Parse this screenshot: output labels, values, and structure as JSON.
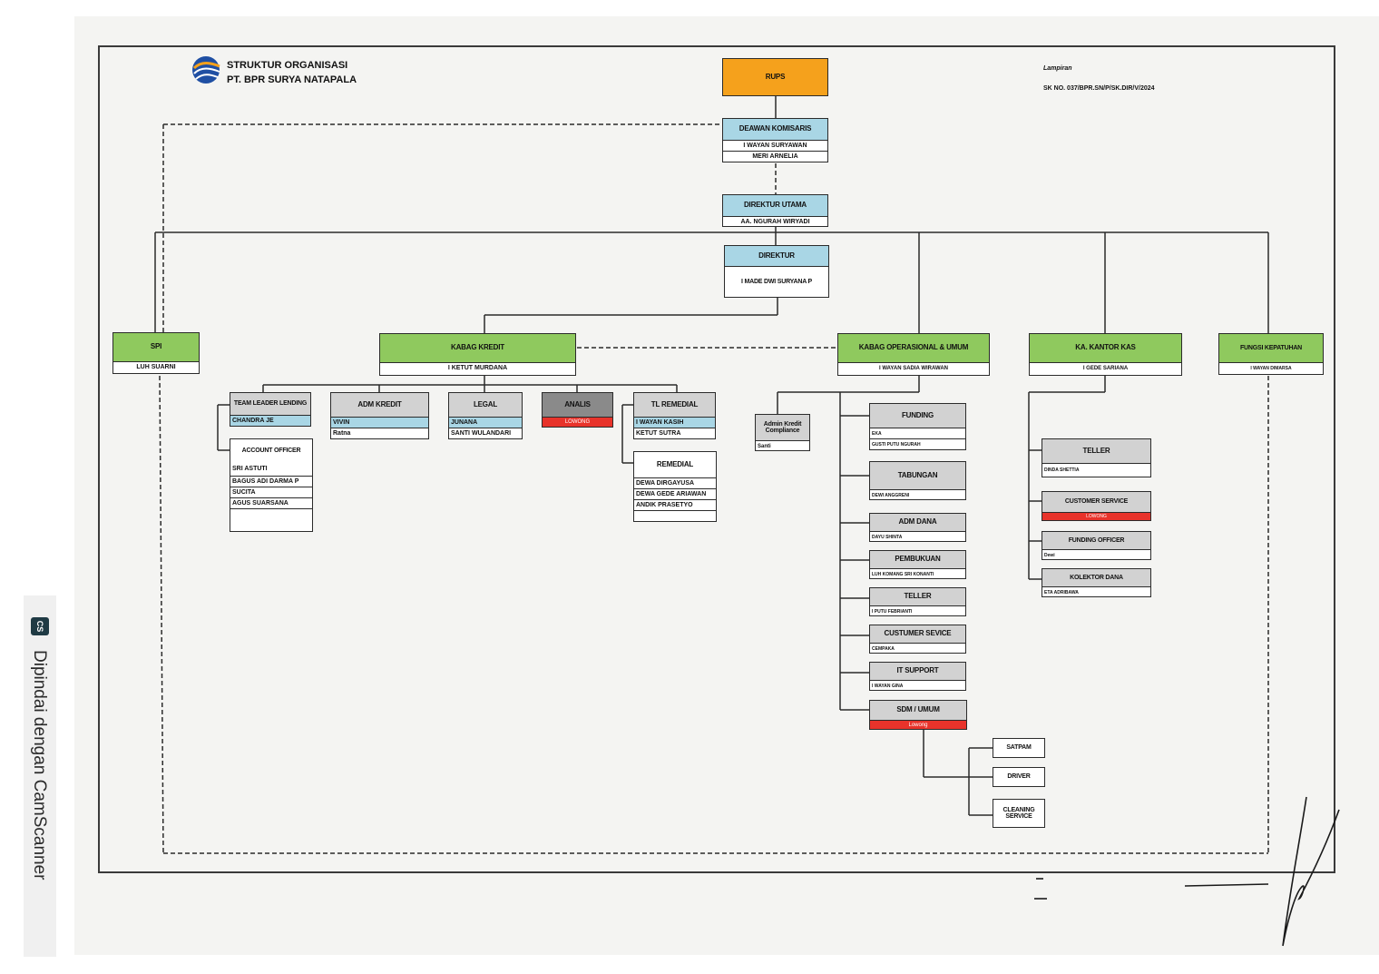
{
  "header": {
    "title_line1": "STRUKTUR ORGANISASI",
    "title_line2": "PT. BPR SURYA NATAPALA",
    "lampiran": "Lampiran",
    "sk_no": "SK NO. 037/BPR.SN/P/SK.DIR/V/2024"
  },
  "sidebar": {
    "cs_logo": "CS",
    "text": "Dipindai dengan CamScanner"
  },
  "colors": {
    "rups": "#f5a11c",
    "board": "#a9d6e5",
    "division": "#8fc95e",
    "unit": "#d2d2d2",
    "vacant": "#e8332b"
  },
  "nodes": {
    "rups": {
      "title": "RUPS"
    },
    "komisaris": {
      "title": "DEAWAN KOMISARIS",
      "members": [
        "I WAYAN SURYAWAN",
        "MERI ARNELIA"
      ]
    },
    "direktur_utama": {
      "title": "DIREKTUR UTAMA",
      "members": [
        "AA. NGURAH WIRYADI"
      ]
    },
    "direktur": {
      "title": "DIREKTUR",
      "members": [
        "I MADE DWI SURYANA P"
      ]
    },
    "spi": {
      "title": "SPI",
      "members": [
        "LUH SUARNI"
      ]
    },
    "kabag_kredit": {
      "title": "KABAG KREDIT",
      "members": [
        "I KETUT MURDANA"
      ]
    },
    "kabag_ops": {
      "title": "KABAG OPERASIONAL & UMUM",
      "members": [
        "I WAYAN SADIA WIRAWAN"
      ]
    },
    "kantor_kas": {
      "title": "KA. KANTOR KAS",
      "members": [
        "I GEDE SARIANA"
      ]
    },
    "kepatuhan": {
      "title": "FUNGSI KEPATUHAN",
      "members": [
        "I WAYAN DIMARSA"
      ]
    },
    "team_leader": {
      "title": "TEAM LEADER LENDING",
      "members": [
        "CHANDRA JE"
      ]
    },
    "account_officer": {
      "title": "ACCOUNT OFFICER",
      "members": [
        "SRI ASTUTI",
        "BAGUS ADI DARMA P",
        "SUCITA",
        "AGUS SUARSANA",
        ""
      ]
    },
    "adm_kredit": {
      "title": "ADM KREDIT",
      "members": [
        "VIVIN",
        "Ratna"
      ]
    },
    "legal": {
      "title": "LEGAL",
      "members": [
        "JUNANA",
        "SANTI WULANDARI"
      ]
    },
    "analis": {
      "title": "ANALIS",
      "vacant": "LOWONG"
    },
    "tl_remedial": {
      "title": "TL REMEDIAL",
      "members": [
        "I WAYAN KASIH",
        "KETUT SUTRA"
      ]
    },
    "remedial": {
      "title": "REMEDIAL",
      "members": [
        "DEWA DIRGAYUSA",
        "DEWA GEDE ARIAWAN",
        "ANDIK PRASETYO",
        ""
      ]
    },
    "admin_compliance": {
      "title": "Admin Kredit Compliance",
      "members": [
        "Santi"
      ]
    },
    "funding": {
      "title": "FUNDING",
      "members": [
        "EKA",
        "GUSTI PUTU NGURAH"
      ]
    },
    "tabungan": {
      "title": "TABUNGAN",
      "members": [
        "DEWI ANGGRENI"
      ]
    },
    "adm_dana": {
      "title": "ADM DANA",
      "members": [
        "DAYU SHINTA"
      ]
    },
    "pembukuan": {
      "title": "PEMBUKUAN",
      "members": [
        "LUH KOMANG SRI KONANTI"
      ]
    },
    "teller_ops": {
      "title": "TELLER",
      "members": [
        "I PUTU FEBRIANTI"
      ]
    },
    "cs_ops": {
      "title": "CUSTUMER SEVICE",
      "members": [
        "CEMPAKA"
      ]
    },
    "it_support": {
      "title": "IT SUPPORT",
      "members": [
        "I WAYAN GINA"
      ]
    },
    "sdm_umum": {
      "title": "SDM / UMUM",
      "vacant": "Lowong"
    },
    "satpam": {
      "title": "SATPAM"
    },
    "driver": {
      "title": "DRIVER"
    },
    "cleaning": {
      "title": "CLEANING SERVICE"
    },
    "teller_kas": {
      "title": "TELLER",
      "members": [
        "DINDA SHETTIA"
      ]
    },
    "cs_kas": {
      "title": "CUSTOMER SERVICE",
      "vacant": "LOWONG"
    },
    "funding_officer": {
      "title": "FUNDING OFFICER",
      "members": [
        "Dewi"
      ]
    },
    "kolektor": {
      "title": "KOLEKTOR DANA",
      "members": [
        "ETA ADRIBAWA"
      ]
    }
  }
}
